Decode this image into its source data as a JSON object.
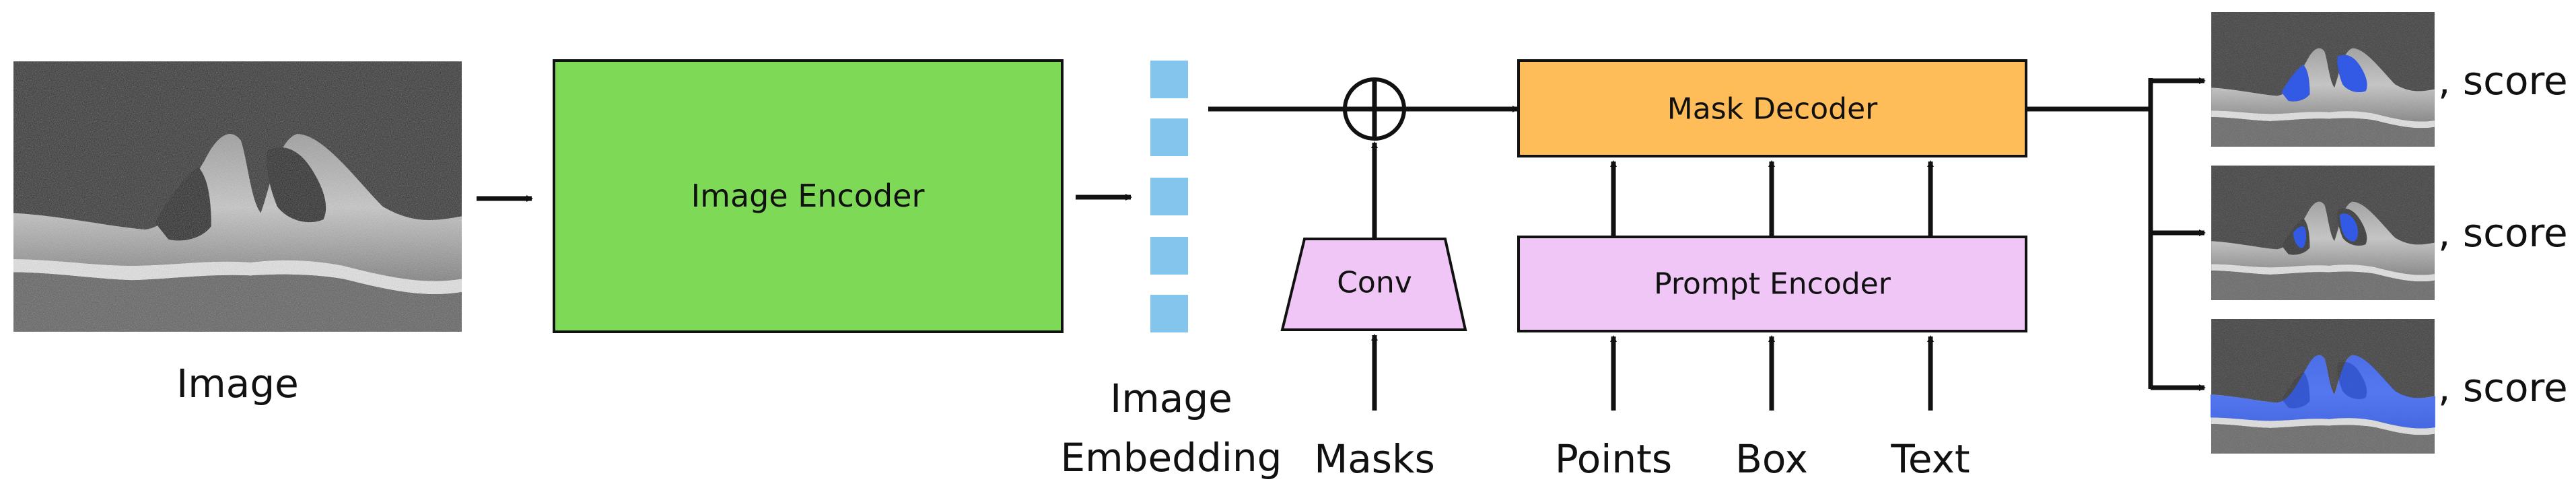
{
  "input_image": {
    "caption": "Image"
  },
  "image_encoder": {
    "label": "Image Encoder",
    "fill": "#7ed957"
  },
  "image_embedding": {
    "caption_line1": "Image",
    "caption_line2": "Embedding",
    "token_color": "#83c5ec",
    "token_count": 5
  },
  "conv": {
    "label": "Conv",
    "fill": "#f0c6f7"
  },
  "masks_input": {
    "label": "Masks"
  },
  "mask_decoder": {
    "label": "Mask Decoder",
    "fill": "#ffbd59"
  },
  "prompt_encoder": {
    "label": "Prompt Encoder",
    "fill": "#f0c6f7"
  },
  "prompt_inputs": {
    "points": "Points",
    "box": "Box",
    "text": "Text"
  },
  "outputs": [
    {
      "label": ", score",
      "mask": "cysts"
    },
    {
      "label": ", score",
      "mask": "cysts-partial"
    },
    {
      "label": ", score",
      "mask": "retina-layer"
    }
  ],
  "colors": {
    "outline": "#111111",
    "mask_overlay": "#2f5dff",
    "oct_background": "#2b2b2b"
  }
}
